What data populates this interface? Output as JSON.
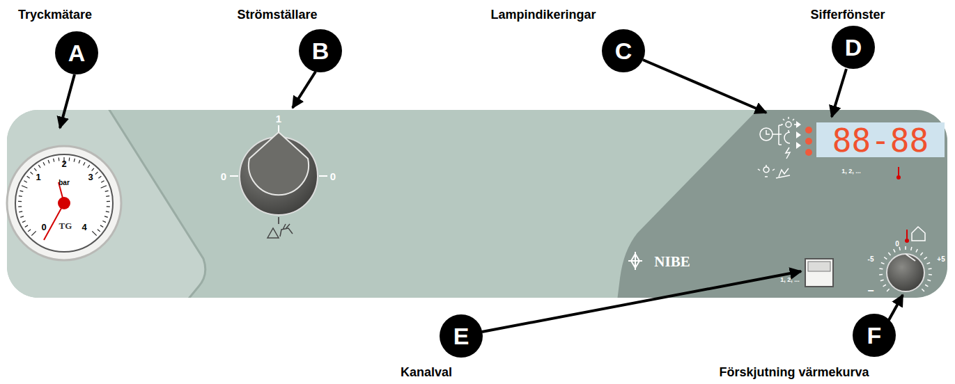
{
  "diagram": {
    "nodes": [
      {
        "text": [
          "A"
        ]
      },
      {
        "text": [
          "B"
        ]
      },
      {
        "text": [
          "C"
        ]
      },
      {
        "text": [
          "D"
        ]
      },
      {
        "text": [
          "E"
        ]
      },
      {
        "text": [
          "F"
        ]
      }
    ],
    "labels": [
      "Tryckmätare",
      "Strömställare",
      "Lampindikeringar",
      "Sifferfönster",
      "Kanalval",
      "Förskjutning värmekurva",
      "0",
      "1",
      "2",
      "3",
      "4",
      "bar",
      "TG",
      "1",
      "0",
      "0",
      "88-88",
      "1, 2, ...",
      "NIBE",
      "1, 2, ...",
      "0",
      "-5",
      "+5",
      "−",
      "+"
    ]
  }
}
